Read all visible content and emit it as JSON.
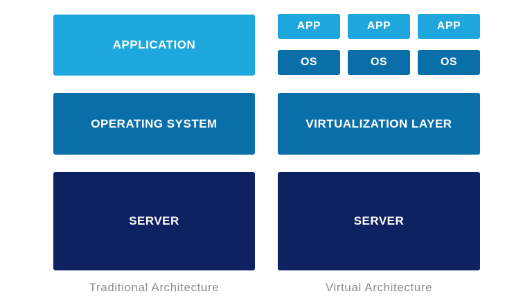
{
  "colors": {
    "light_blue": "#1ea7dd",
    "mid_blue": "#0a6ea9",
    "dark_navy": "#0e2262",
    "caption_gray": "#8c8c8c"
  },
  "traditional": {
    "application": "APPLICATION",
    "operating_system": "OPERATING SYSTEM",
    "server": "SERVER",
    "caption": "Traditional Architecture"
  },
  "virtual": {
    "apps": [
      "APP",
      "APP",
      "APP"
    ],
    "oses": [
      "OS",
      "OS",
      "OS"
    ],
    "virtualization_layer": "VIRTUALIZATION LAYER",
    "server": "SERVER",
    "caption": "Virtual Architecture"
  }
}
